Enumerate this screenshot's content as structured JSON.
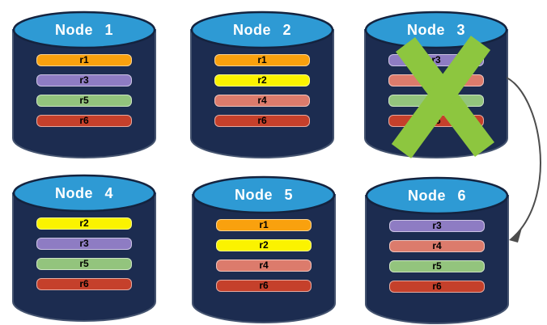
{
  "diagram": {
    "description": "Replicated database cluster with failed node",
    "colors": {
      "background": "#FFFFFF",
      "cylinder_body": "#1C2C50",
      "cylinder_body_stroke": "#44536F",
      "cylinder_top": "#2E9AD4",
      "cylinder_top_stroke": "#14233F",
      "title_text": "#FFFFFF",
      "bar_text": "#000000",
      "failure_x": "#8DC63F",
      "arrow": "#4D4D4D"
    },
    "nodes": [
      {
        "label": "Node 1",
        "failed": false,
        "replicas": [
          {
            "label": "r1",
            "color": "#F9A10E"
          },
          {
            "label": "r3",
            "color": "#8E7CC3"
          },
          {
            "label": "r5",
            "color": "#93C47D"
          },
          {
            "label": "r6",
            "color": "#C5402B"
          }
        ]
      },
      {
        "label": "Node 2",
        "failed": false,
        "replicas": [
          {
            "label": "r1",
            "color": "#F9A10E"
          },
          {
            "label": "r2",
            "color": "#FBF300"
          },
          {
            "label": "r4",
            "color": "#DC7B6C"
          },
          {
            "label": "r6",
            "color": "#C5402B"
          }
        ]
      },
      {
        "label": "Node 3",
        "failed": true,
        "replicas": [
          {
            "label": "r3",
            "color": "#8E7CC3"
          },
          {
            "label": "r4",
            "color": "#DC7B6C"
          },
          {
            "label": "r5",
            "color": "#93C47D"
          },
          {
            "label": "r6",
            "color": "#C5402B"
          }
        ]
      },
      {
        "label": "Node 4",
        "failed": false,
        "replicas": [
          {
            "label": "r2",
            "color": "#FBF300"
          },
          {
            "label": "r3",
            "color": "#8E7CC3"
          },
          {
            "label": "r5",
            "color": "#93C47D"
          },
          {
            "label": "r6",
            "color": "#C5402B"
          }
        ]
      },
      {
        "label": "Node 5",
        "failed": false,
        "replicas": [
          {
            "label": "r1",
            "color": "#F9A10E"
          },
          {
            "label": "r2",
            "color": "#FBF300"
          },
          {
            "label": "r4",
            "color": "#DC7B6C"
          },
          {
            "label": "r6",
            "color": "#C5402B"
          }
        ]
      },
      {
        "label": "Node 6",
        "failed": false,
        "replicas": [
          {
            "label": "r3",
            "color": "#8E7CC3"
          },
          {
            "label": "r4",
            "color": "#DC7B6C"
          },
          {
            "label": "r5",
            "color": "#93C47D"
          },
          {
            "label": "r6",
            "color": "#C5402B"
          }
        ]
      }
    ],
    "arrow": {
      "from": "Node 3",
      "to": "Node 6"
    }
  }
}
